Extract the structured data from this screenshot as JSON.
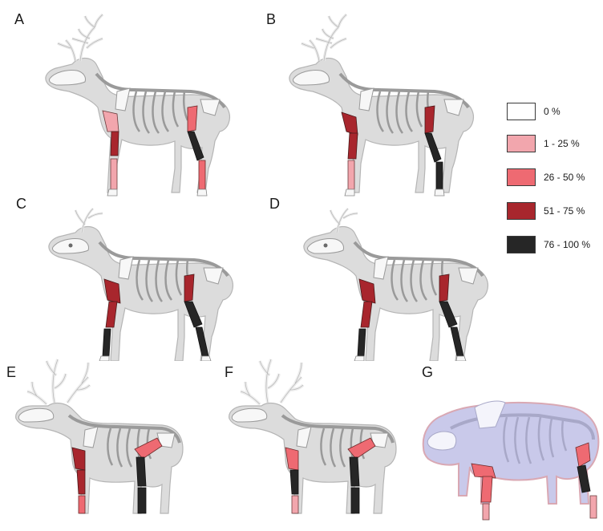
{
  "panels": [
    {
      "label": "A"
    },
    {
      "label": "B"
    },
    {
      "label": "C"
    },
    {
      "label": "D"
    },
    {
      "label": "E"
    },
    {
      "label": "F"
    },
    {
      "label": "G"
    }
  ],
  "legend": [
    {
      "label": "0 %",
      "color": "#ffffff"
    },
    {
      "label": "1 - 25 %",
      "color": "#f2a6ad"
    },
    {
      "label": "26 - 50 %",
      "color": "#ee6a72"
    },
    {
      "label": "51 - 75 %",
      "color": "#a8262d"
    },
    {
      "label": "76 - 100 %",
      "color": "#262626"
    }
  ],
  "colors": {
    "body": "#dcdcdc",
    "body_outline": "#b5b5b5",
    "bone": "#f7f7f7",
    "bone_outline": "#9a9a9a",
    "bison_body": "#c9c9ea",
    "bison_outline": "#d9a8b3"
  }
}
